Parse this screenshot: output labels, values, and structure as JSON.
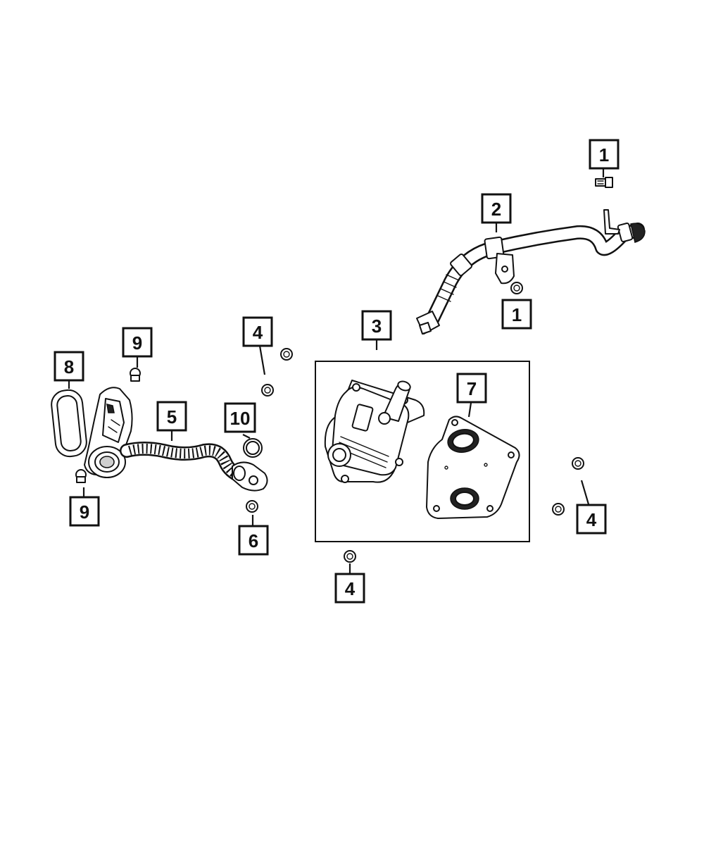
{
  "callouts": {
    "c1a": "1",
    "c1b": "1",
    "c2": "2",
    "c3": "3",
    "c4a": "4",
    "c4b": "4",
    "c4c": "4",
    "c5": "5",
    "c6": "6",
    "c7": "7",
    "c8": "8",
    "c9a": "9",
    "c9b": "9",
    "c10": "10"
  },
  "colors": {
    "line": "#111111",
    "background": "#ffffff"
  }
}
